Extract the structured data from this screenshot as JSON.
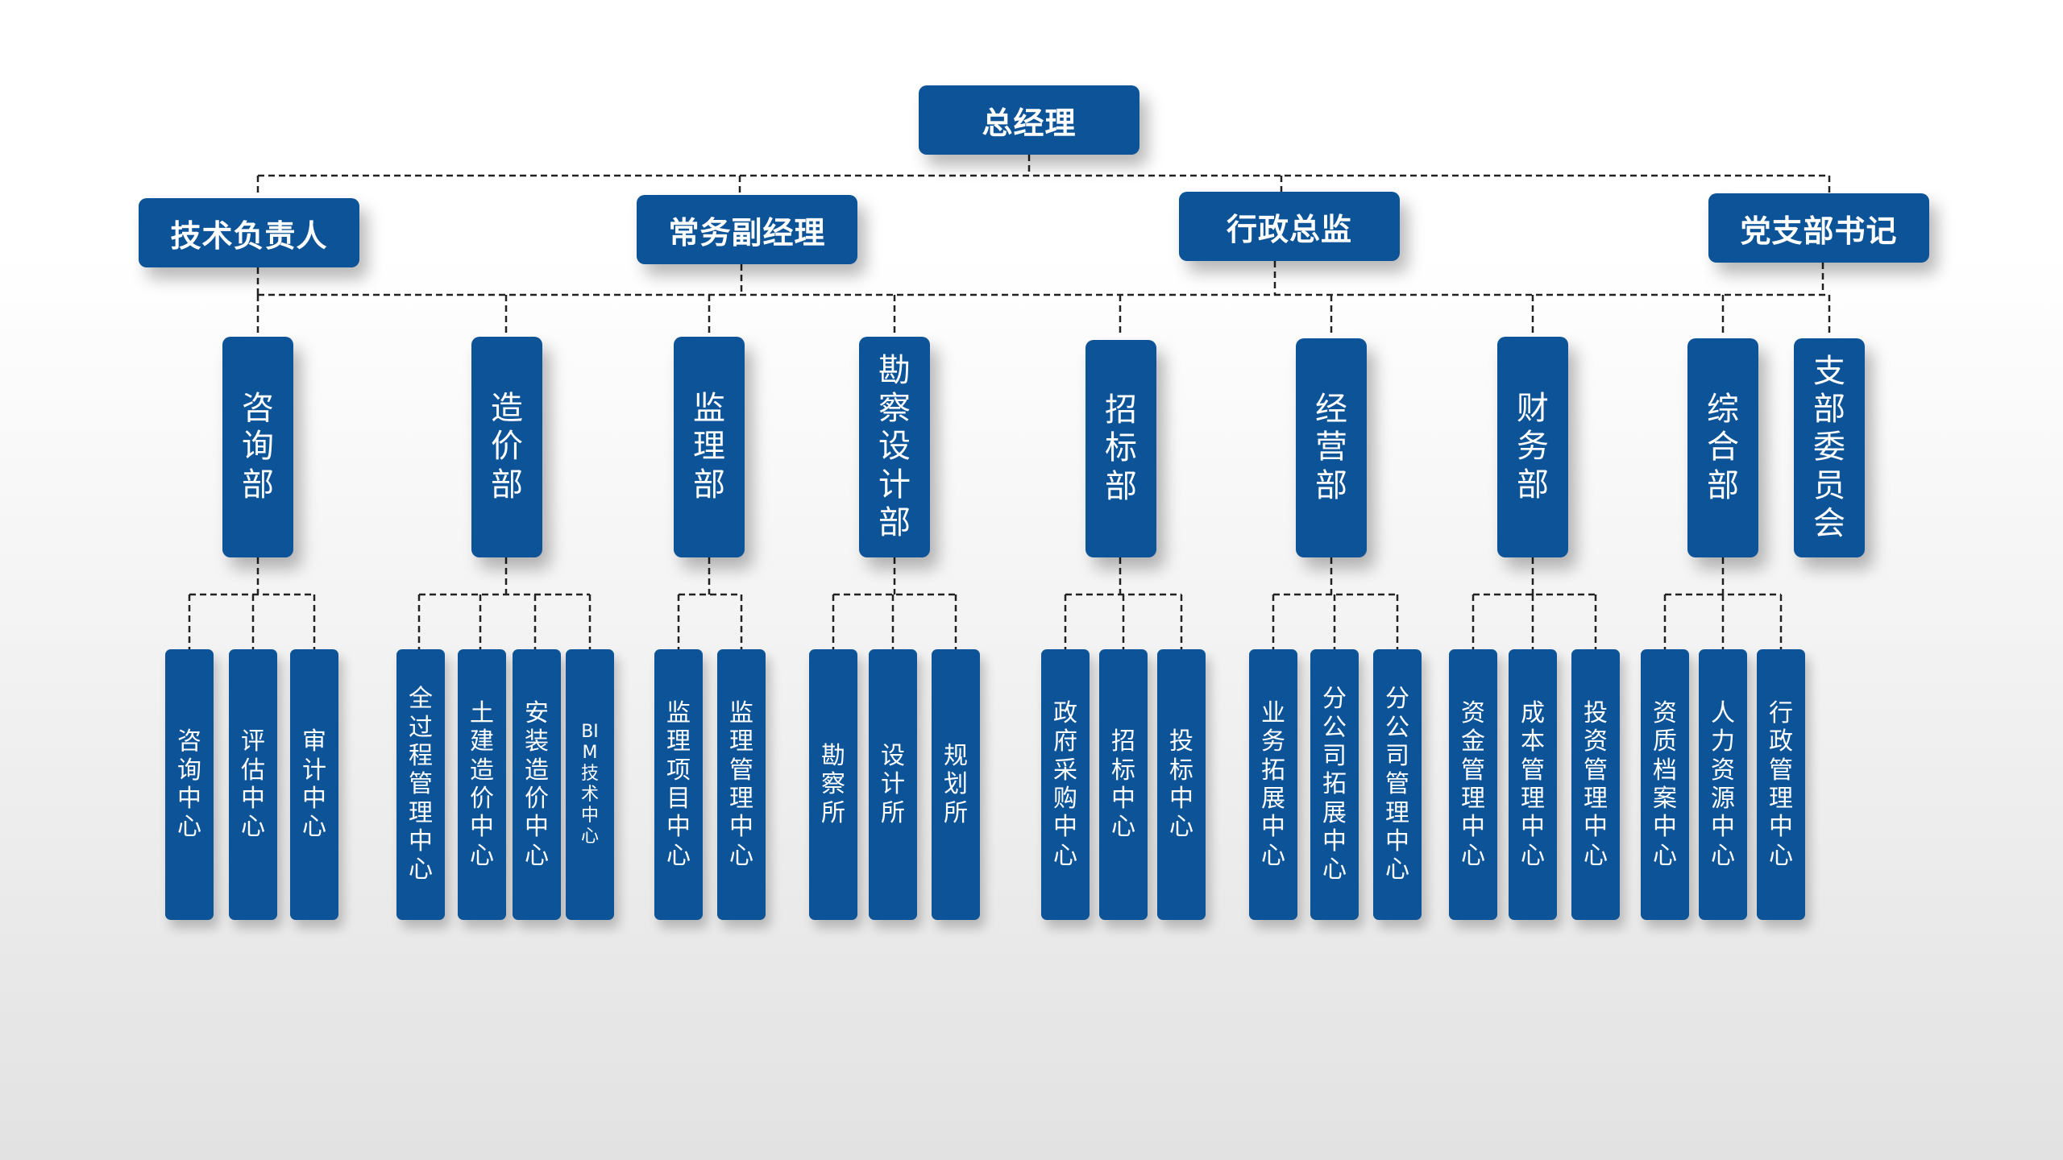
{
  "top": {
    "label": "总经理"
  },
  "managers": [
    {
      "id": "tech",
      "label": "技术负责人"
    },
    {
      "id": "exec",
      "label": "常务副经理"
    },
    {
      "id": "admin",
      "label": "行政总监"
    },
    {
      "id": "party",
      "label": "党支部书记"
    }
  ],
  "departments": [
    {
      "id": "consult",
      "label": "咨询部",
      "subs": [
        "咨询中心",
        "评估中心",
        "审计中心"
      ]
    },
    {
      "id": "cost",
      "label": "造价部",
      "subs": [
        "全过程管理中心",
        "土建造价中心",
        "安装造价中心",
        "BIM技术中心"
      ]
    },
    {
      "id": "supervise",
      "label": "监理部",
      "subs": [
        "监理项目中心",
        "监理管理中心"
      ]
    },
    {
      "id": "survey",
      "label": "勘察设计部",
      "subs": [
        "勘察所",
        "设计所",
        "规划所"
      ]
    },
    {
      "id": "bidding",
      "label": "招标部",
      "subs": [
        "政府采购中心",
        "招标中心",
        "投标中心"
      ]
    },
    {
      "id": "operation",
      "label": "经营部",
      "subs": [
        "业务拓展中心",
        "分公司拓展中心",
        "分公司管理中心"
      ]
    },
    {
      "id": "finance",
      "label": "财务部",
      "subs": [
        "资金管理中心",
        "成本管理中心",
        "投资管理中心"
      ]
    },
    {
      "id": "general",
      "label": "综合部",
      "subs": [
        "资质档案中心",
        "人力资源中心",
        "行政管理中心"
      ]
    },
    {
      "id": "branch",
      "label": "支部委员会",
      "subs": []
    }
  ],
  "colors": {
    "node": "#0d5397",
    "text": "#ffffff",
    "line": "#222222"
  }
}
